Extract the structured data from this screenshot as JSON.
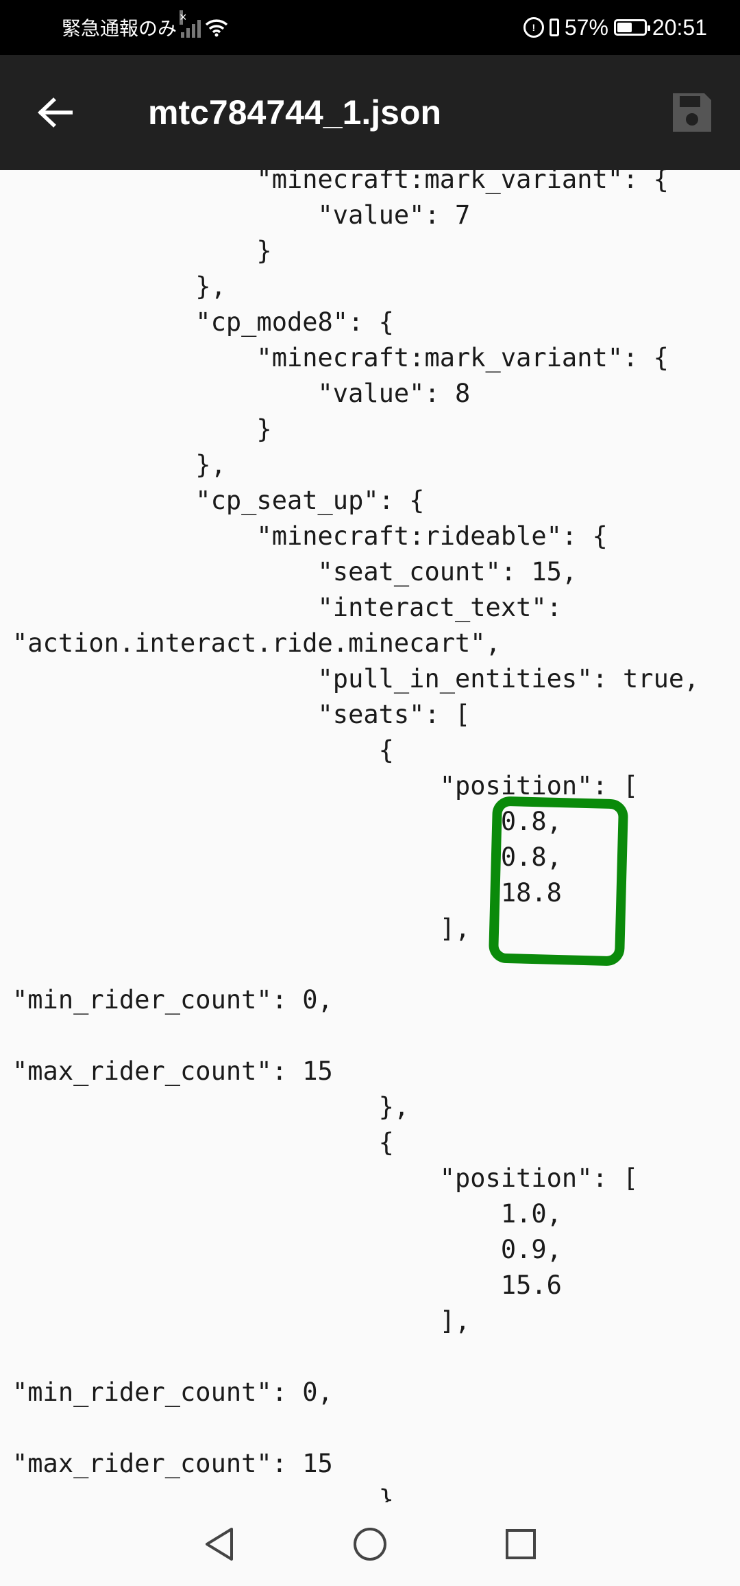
{
  "status_bar": {
    "carrier_text": "緊急通報のみ",
    "battery_percent": "57%",
    "battery_level": 0.57,
    "time": "20:51"
  },
  "app_bar": {
    "title": "mtc784744_1.json"
  },
  "editor": {
    "lines": [
      "                \"minecraft:mark_variant\": {",
      "                    \"value\": 7",
      "                }",
      "            },",
      "            \"cp_mode8\": {",
      "                \"minecraft:mark_variant\": {",
      "                    \"value\": 8",
      "                }",
      "            },",
      "            \"cp_seat_up\": {",
      "                \"minecraft:rideable\": {",
      "                    \"seat_count\": 15,",
      "                    \"interact_text\":",
      "\"action.interact.ride.minecart\",",
      "                    \"pull_in_entities\": true,",
      "                    \"seats\": [",
      "                        {",
      "                            \"position\": [",
      "                                0.8,",
      "                                0.8,",
      "                                18.8",
      "                            ],",
      "",
      "\"min_rider_count\": 0,",
      "",
      "\"max_rider_count\": 15",
      "                        },",
      "                        {",
      "                            \"position\": [",
      "                                1.0,",
      "                                0.9,",
      "                                15.6",
      "                            ],",
      "",
      "\"min_rider_count\": 0,",
      "",
      "\"max_rider_count\": 15",
      "                        }"
    ]
  },
  "colors": {
    "app_bar": "#212121",
    "highlight": "#0a8a0a",
    "background": "#fafafa"
  }
}
